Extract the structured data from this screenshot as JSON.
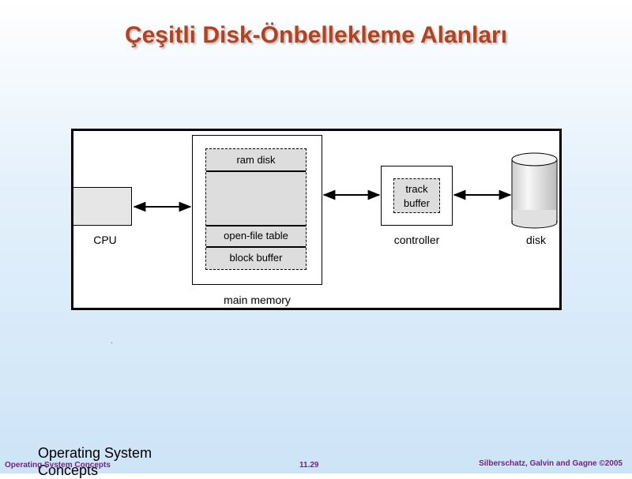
{
  "title": "Çeşitli Disk-Önbellekleme Alanları",
  "diagram": {
    "cpu_label": "CPU",
    "main_memory_label": "main memory",
    "memory_segments": [
      "ram disk",
      "open-file table",
      "block buffer"
    ],
    "controller_label": "controller",
    "track_buffer_line1": "track",
    "track_buffer_line2": "buffer",
    "disk_label": "disk"
  },
  "footer": {
    "left": "Operating System Concepts",
    "center": "11.29",
    "right": "Silberschatz, Galvin and Gagne ©2005",
    "overlay": "Operating System Concepts"
  },
  "colors": {
    "title": "#b5421c",
    "footer": "#7a1f86",
    "fill": "#dddddd"
  }
}
